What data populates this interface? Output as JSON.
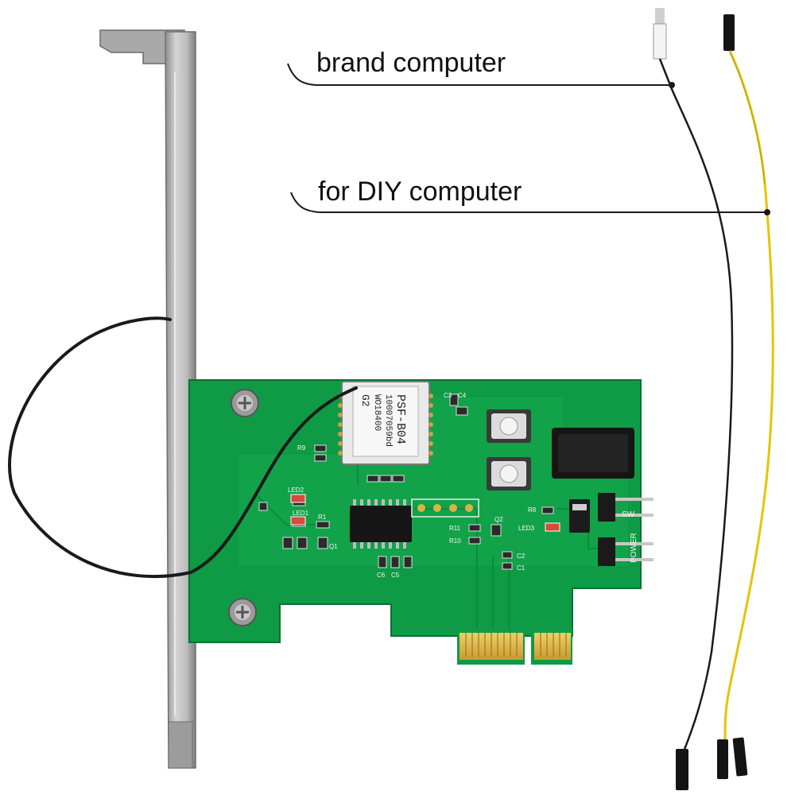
{
  "callouts": {
    "brand_label": "brand computer",
    "diy_label": "for DIY computer"
  },
  "module": {
    "line1": "PSF-B04",
    "line2": "10007059bd",
    "line3": "WO18400",
    "line4": "G2"
  },
  "silkscreen": {
    "led2": "LED2",
    "led1": "LED1",
    "led3": "LED3",
    "r1": "R1",
    "r8": "R8",
    "r9": "R9",
    "r10": "R10",
    "r11": "R11",
    "q1": "Q1",
    "q2": "Q2",
    "c1": "C1",
    "c2": "C2",
    "c3": "C3",
    "c4": "C4",
    "c5": "C5",
    "c6": "C6",
    "sw": "SW",
    "power": "POWER"
  },
  "colors": {
    "pcb": "#0f9a45",
    "pcb_dark": "#0a7d37",
    "bracket": "#b8b8b8",
    "gold": "#d9b34a",
    "wire_black": "#1a1a1a",
    "wire_yellow": "#e8c300"
  }
}
